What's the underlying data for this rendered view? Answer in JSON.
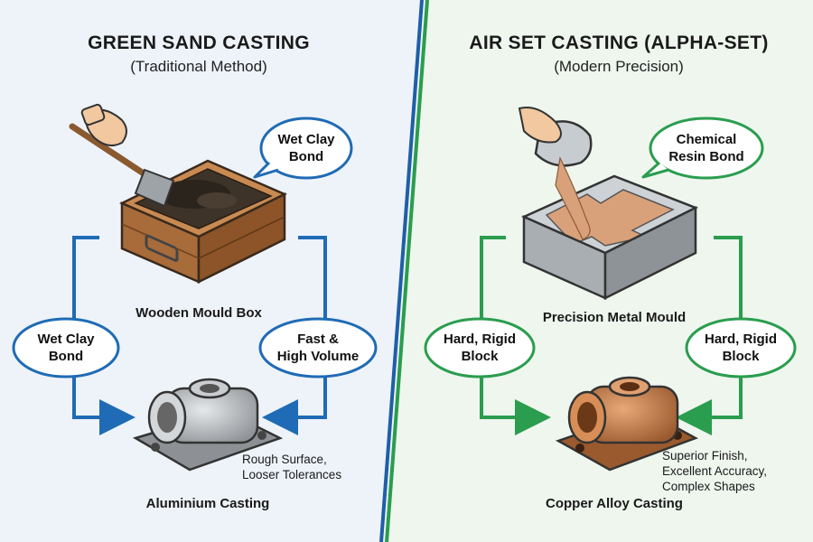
{
  "left": {
    "title": "GREEN SAND CASTING",
    "subtitle": "(Traditional Method)",
    "top_bubble": [
      "Wet Clay",
      "Bond"
    ],
    "mould_label": "Wooden Mould Box",
    "side_bubble_left": [
      "Wet Clay",
      "Bond"
    ],
    "side_bubble_right": [
      "Fast &",
      "High Volume"
    ],
    "note": [
      "Rough Surface,",
      "Looser Tolerances"
    ],
    "product_label": "Aluminium Casting",
    "accent": "#1f6bb5"
  },
  "right": {
    "title": "AIR SET CASTING (ALPHA-SET)",
    "subtitle": "(Modern Precision)",
    "top_bubble": [
      "Chemical",
      "Resin Bond"
    ],
    "mould_label": "Precision Metal Mould",
    "side_bubble_left": [
      "Hard, Rigid",
      "Block"
    ],
    "side_bubble_right": [
      "Hard, Rigid",
      "Block"
    ],
    "note": [
      "Superior Finish,",
      "Excellent Accuracy,",
      "Complex Shapes"
    ],
    "product_label": "Copper Alloy Casting",
    "accent": "#2a9d4e"
  },
  "colors": {
    "left_bg": "#eef3fa",
    "right_bg": "#eef6ee",
    "divider_blue": "#1f5fa8",
    "divider_green": "#2a9d4e",
    "wood": "#a86b3a",
    "sand_dark": "#3d3329",
    "aluminium": "#b9bcbf",
    "copper": "#c47a45",
    "metal_mould": "#b3b8bd",
    "resin_sand": "#d9a17a"
  }
}
